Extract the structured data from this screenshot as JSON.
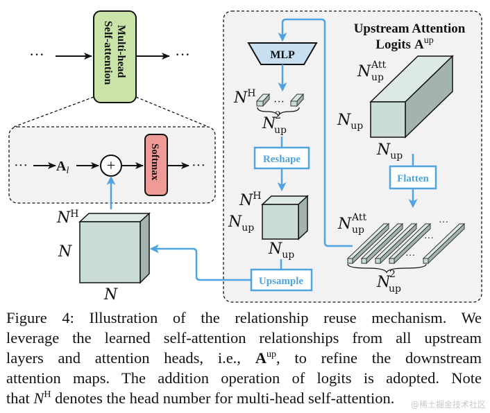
{
  "figure": {
    "mhsa_block_line1": "Multi-head",
    "mhsa_block_line2": "Self-attention",
    "ellipsis": "···",
    "a_l_base": "A",
    "a_l_sub": "l",
    "plus_symbol": "+",
    "softmax_label": "Softmax",
    "mlp_label": "MLP",
    "reshape_label": "Reshape",
    "upsample_label": "Upsample",
    "flatten_label": "Flatten",
    "upstream_title_line1": "Upstream Attention",
    "upstream_title_line2": "Logits",
    "upstream_title_A": "A",
    "upstream_title_sup": "up",
    "N": "N",
    "sup_H": "H",
    "sub_up": "up",
    "sup_Att": "Att",
    "sup_2": "2",
    "dots": "···"
  },
  "colors": {
    "mhsa_fill": "#c9e3a8",
    "softmax_fill": "#ee9a96",
    "mlp_fill": "#c7dff0",
    "cube_front": "#c9ddd4",
    "cube_top": "#dde9e3",
    "cube_side": "#a3b3ad",
    "blue_arrow": "#4fa3e0",
    "panel_fill": "#f2f2f2"
  },
  "caption": {
    "line1": "Figure 4: Illustration of the relationship reuse mechanism. We",
    "line2": "leverage the learned self-attention relationships from all upstream",
    "line3_pre": "layers and attention heads, i.e., ",
    "line3_A": "A",
    "line3_sup": "up",
    "line3_post": ", to refine the downstream",
    "line4": "attention maps. The addition operation of logits is adopted. Note",
    "line5_pre": "that ",
    "line5_N": "N",
    "line5_sup": "H",
    "line5_post": " denotes the head number for multi-head self-attention."
  },
  "watermark": "@稀土掘金技术社区"
}
